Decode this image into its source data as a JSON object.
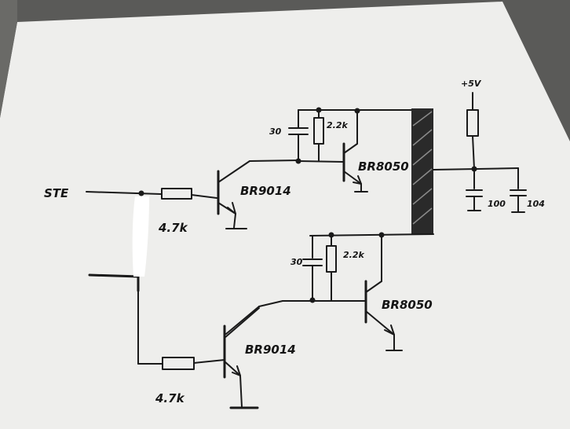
{
  "labels": {
    "input": "STE",
    "supply": "+5V",
    "r_base_top": "4.7k",
    "r_base_bottom": "4.7k",
    "q_top_driver": "BR9014",
    "q_bottom_driver": "BR9014",
    "q_top_output": "BR8050",
    "q_bottom_output": "BR8050",
    "c_top": "30",
    "c_bottom": "30",
    "r_top": "2.2k",
    "r_bottom": "2.2k",
    "c_supply_1": "100",
    "c_supply_2": "104"
  }
}
